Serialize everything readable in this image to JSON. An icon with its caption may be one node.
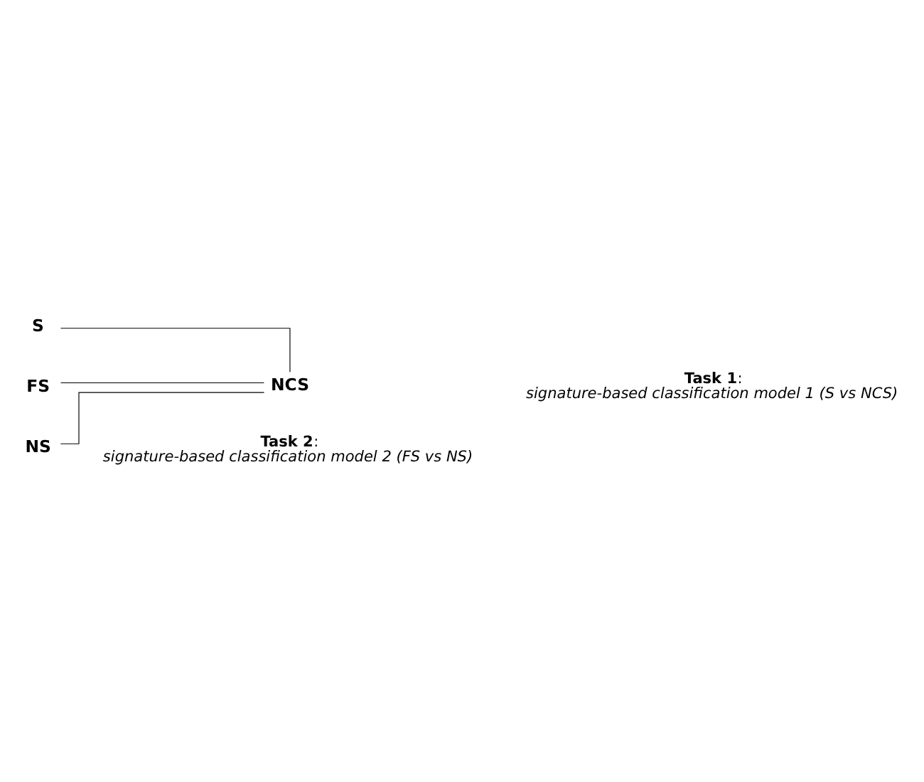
{
  "diagram": {
    "nodes": [
      {
        "text": [
          "S"
        ]
      },
      {
        "text": [
          "FS"
        ]
      },
      {
        "text": [
          "NCS"
        ]
      },
      {
        "text": [
          "NS"
        ]
      }
    ],
    "edges": [
      {
        "from": 1,
        "to": 2,
        "arrow": "none"
      },
      {
        "from": 3,
        "to": 2,
        "arrow": "none"
      },
      {
        "from": 0,
        "to": 2,
        "arrow": "none"
      }
    ],
    "labels": [
      "**Task 1**:",
      "signature-based classification model 1 (S vs NCS)",
      "**Task 2**:",
      "signature-based classification model 2 (FS vs NS)"
    ]
  }
}
